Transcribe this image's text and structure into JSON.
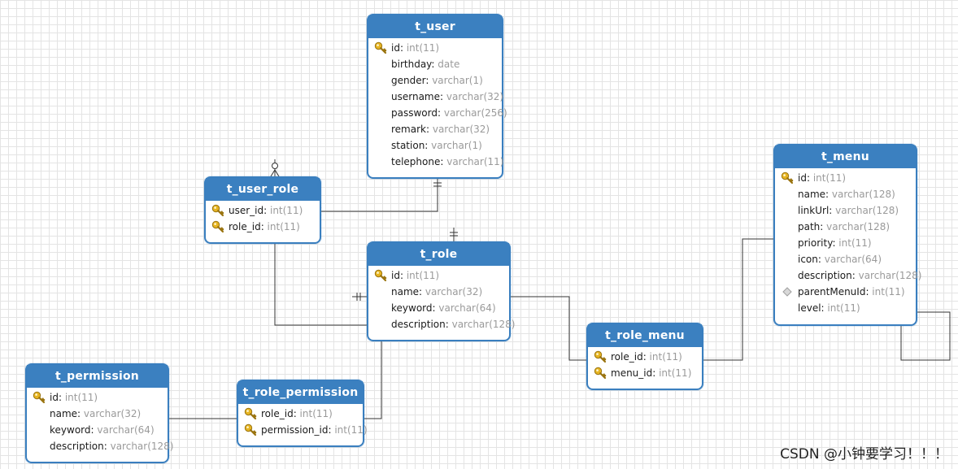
{
  "tables": [
    {
      "id": "t_user",
      "name": "t_user",
      "fields": [
        {
          "name": "id",
          "type": "int(11)",
          "key": "pk"
        },
        {
          "name": "birthday",
          "type": "date",
          "key": ""
        },
        {
          "name": "gender",
          "type": "varchar(1)",
          "key": ""
        },
        {
          "name": "username",
          "type": "varchar(32)",
          "key": ""
        },
        {
          "name": "password",
          "type": "varchar(256)",
          "key": ""
        },
        {
          "name": "remark",
          "type": "varchar(32)",
          "key": ""
        },
        {
          "name": "station",
          "type": "varchar(1)",
          "key": ""
        },
        {
          "name": "telephone",
          "type": "varchar(11)",
          "key": ""
        }
      ]
    },
    {
      "id": "t_user_role",
      "name": "t_user_role",
      "fields": [
        {
          "name": "user_id",
          "type": "int(11)",
          "key": "pk"
        },
        {
          "name": "role_id",
          "type": "int(11)",
          "key": "pk"
        }
      ]
    },
    {
      "id": "t_role",
      "name": "t_role",
      "fields": [
        {
          "name": "id",
          "type": "int(11)",
          "key": "pk"
        },
        {
          "name": "name",
          "type": "varchar(32)",
          "key": ""
        },
        {
          "name": "keyword",
          "type": "varchar(64)",
          "key": ""
        },
        {
          "name": "description",
          "type": "varchar(128)",
          "key": ""
        }
      ]
    },
    {
      "id": "t_role_menu",
      "name": "t_role_menu",
      "fields": [
        {
          "name": "role_id",
          "type": "int(11)",
          "key": "pk"
        },
        {
          "name": "menu_id",
          "type": "int(11)",
          "key": "pk"
        }
      ]
    },
    {
      "id": "t_menu",
      "name": "t_menu",
      "fields": [
        {
          "name": "id",
          "type": "int(11)",
          "key": "pk"
        },
        {
          "name": "name",
          "type": "varchar(128)",
          "key": ""
        },
        {
          "name": "linkUrl",
          "type": "varchar(128)",
          "key": ""
        },
        {
          "name": "path",
          "type": "varchar(128)",
          "key": ""
        },
        {
          "name": "priority",
          "type": "int(11)",
          "key": ""
        },
        {
          "name": "icon",
          "type": "varchar(64)",
          "key": ""
        },
        {
          "name": "description",
          "type": "varchar(128)",
          "key": ""
        },
        {
          "name": "parentMenuId",
          "type": "int(11)",
          "key": "fk"
        },
        {
          "name": "level",
          "type": "int(11)",
          "key": ""
        }
      ]
    },
    {
      "id": "t_permission",
      "name": "t_permission",
      "fields": [
        {
          "name": "id",
          "type": "int(11)",
          "key": "pk"
        },
        {
          "name": "name",
          "type": "varchar(32)",
          "key": ""
        },
        {
          "name": "keyword",
          "type": "varchar(64)",
          "key": ""
        },
        {
          "name": "description",
          "type": "varchar(128)",
          "key": ""
        }
      ]
    },
    {
      "id": "t_role_permission",
      "name": "t_role_permission",
      "fields": [
        {
          "name": "role_id",
          "type": "int(11)",
          "key": "pk"
        },
        {
          "name": "permission_id",
          "type": "int(11)",
          "key": "pk"
        }
      ]
    }
  ],
  "relationships": [
    {
      "from": "t_user",
      "from_card": "one",
      "to": "t_user_role",
      "to_card": "zero-or-many"
    },
    {
      "from": "t_role",
      "from_card": "one",
      "to": "t_user_role",
      "to_card": "zero-or-many"
    },
    {
      "from": "t_role",
      "from_card": "one",
      "to": "t_role_menu",
      "to_card": "zero-or-many"
    },
    {
      "from": "t_menu",
      "from_card": "one",
      "to": "t_role_menu",
      "to_card": "zero-or-many"
    },
    {
      "from": "t_role",
      "from_card": "one",
      "to": "t_role_permission",
      "to_card": "zero-or-many"
    },
    {
      "from": "t_permission",
      "from_card": "one",
      "to": "t_role_permission",
      "to_card": "zero-or-many"
    },
    {
      "from": "t_menu",
      "from_card": "zero-or-one",
      "to": "t_menu",
      "to_card": "zero-or-many"
    }
  ],
  "colors": {
    "header": "#3b80c0",
    "border": "#3a7fbf",
    "type_text": "#9a9a9a",
    "key_icon": "#e6b422"
  },
  "icons": {
    "primary_key": "key-icon",
    "foreign_key": "diamond-icon"
  },
  "watermark": "CSDN @小钟要学习！！！"
}
